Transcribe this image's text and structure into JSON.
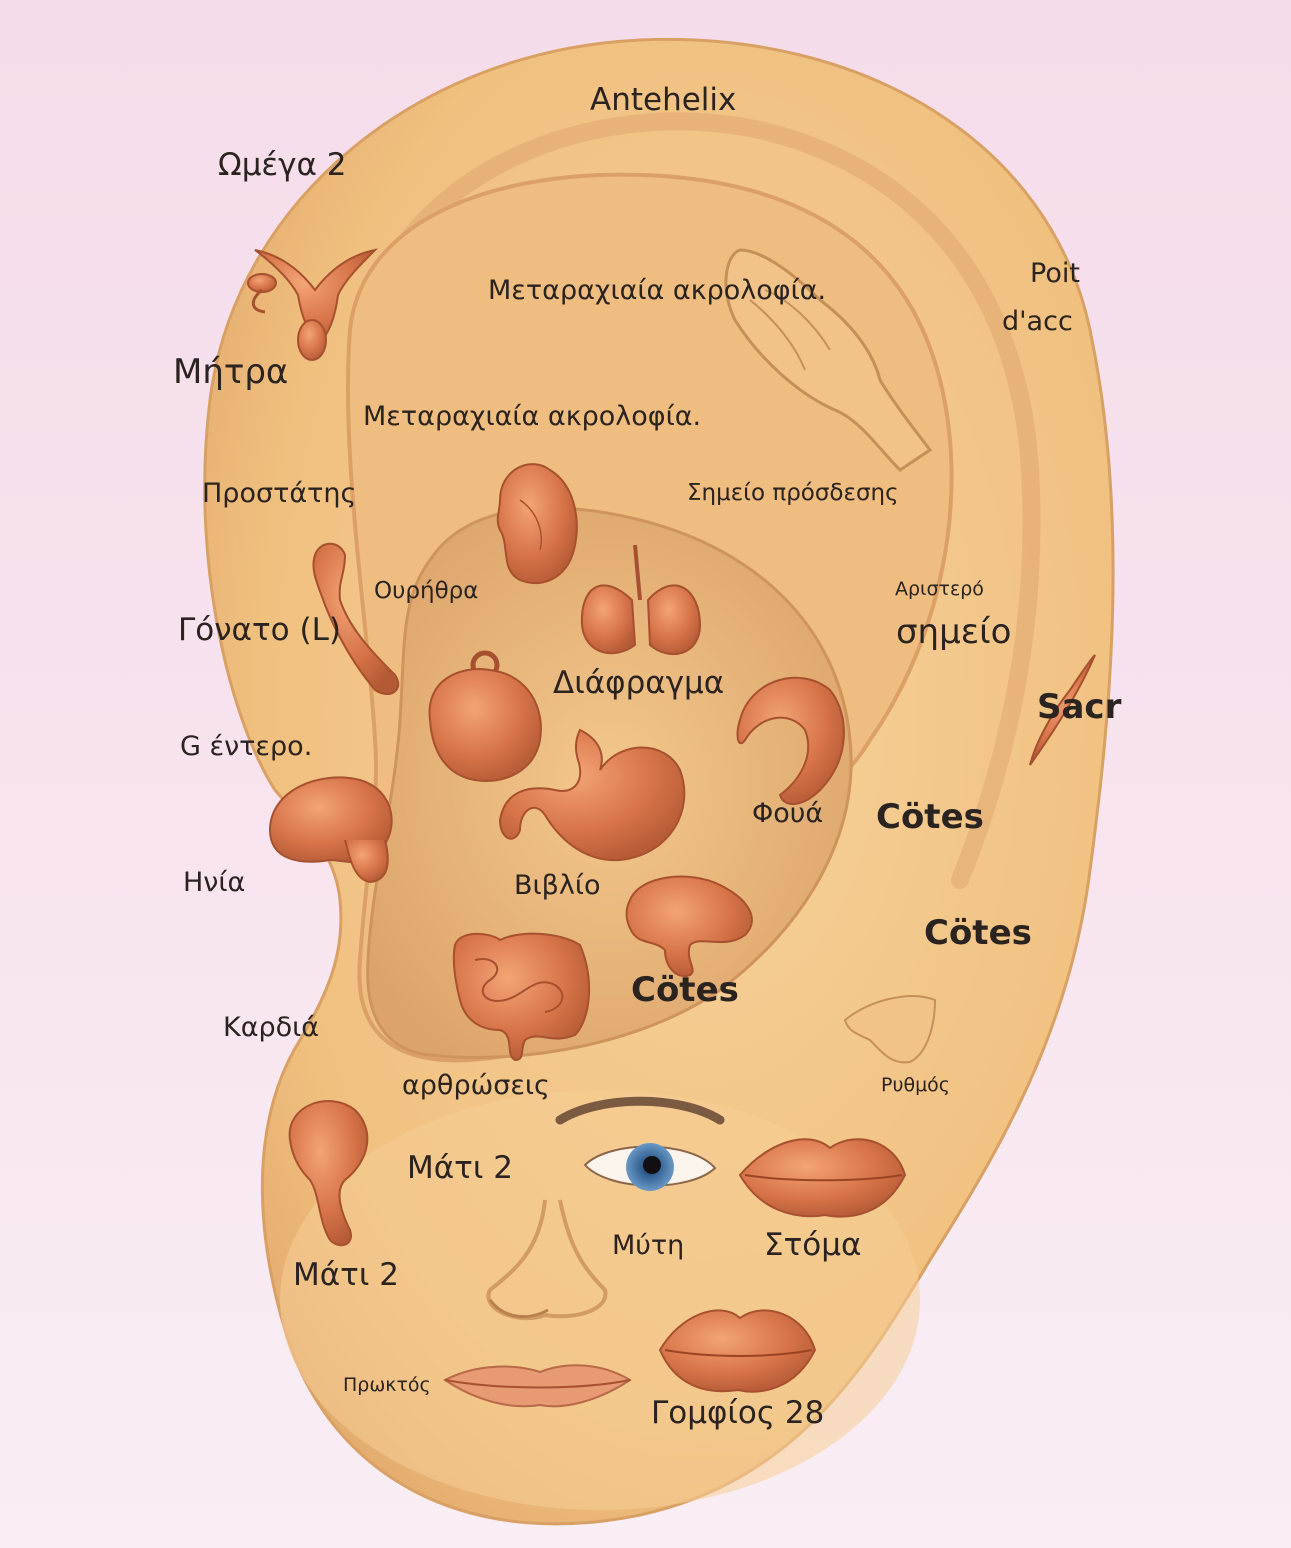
{
  "labels": {
    "antehelix": "Antehelix",
    "omega2": "Ωμέγα 2",
    "metarachiaia_1": "Μεταραχιαία ακρολοφία.",
    "poit": "Poit",
    "dacc": "d'acc",
    "mitra": "Μήτρα",
    "metarachiaia_2": "Μεταραχιαία ακρολοφία.",
    "prostatis": "Προστάτης",
    "simeio_prosdesis": "Σημείο πρόσδεσης",
    "ourithra": "Ουρήθρα",
    "aristero": "Αριστερό",
    "gonato": "Γόνατο (L)",
    "simeio": "σημείο",
    "diafragma": "Διάφραγμα",
    "sacr": "Sacr",
    "g_entero": "G έντερο.",
    "foua": "Φουά",
    "cotes_1": "Cötes",
    "inia": "Ηνία",
    "vivlio": "Βιβλίο",
    "cotes_2": "Cötes",
    "cotes_3": "Cötes",
    "kardia": "Καρδιά",
    "arthroseis": "αρθρώσεις",
    "rythmos": "Ρυθμός",
    "mati2_a": "Μάτι 2",
    "myti": "Μύτη",
    "stoma": "Στόμα",
    "mati2_b": "Μάτι 2",
    "proktos": "Πρωκτός",
    "gomfios": "Γομφίος 28"
  },
  "icons": [
    "uterus-icon",
    "hand-icon",
    "kidney-icon",
    "lungs-icon",
    "penis-icon",
    "bladder-icon",
    "pancreas-icon",
    "stomach-icon",
    "mushroom-icon",
    "liver-icon",
    "intestine-icon",
    "nerve-icon",
    "nose-icon",
    "gallbladder-icon",
    "face-icon",
    "lips-icon"
  ],
  "colors": {
    "background": "#f5dcea",
    "skin": "#f2c48a",
    "organ": "#d9784a",
    "text": "#2a2320"
  }
}
